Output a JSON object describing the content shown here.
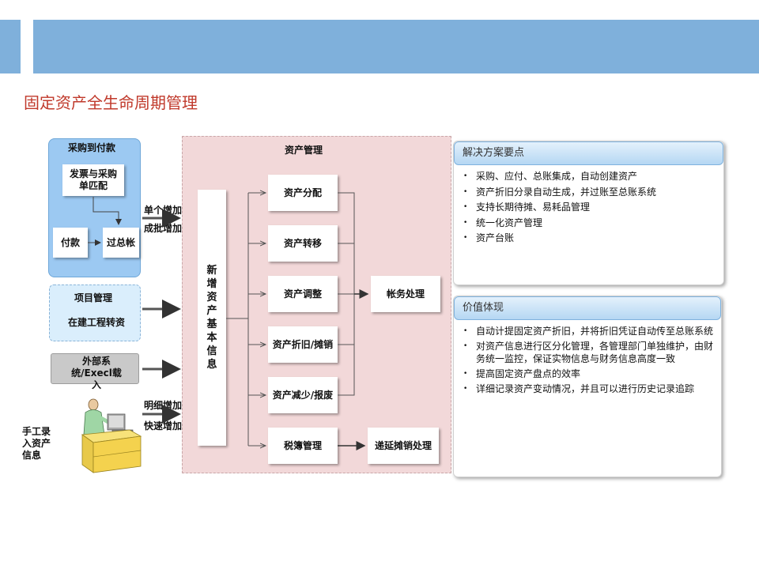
{
  "page": {
    "title": "固定资产全生命周期管理"
  },
  "procure": {
    "title": "采购到付款",
    "invoice_match": "发票与采购单匹配",
    "payment": "付款",
    "post_gl": "过总帐"
  },
  "project": {
    "title": "项目管理",
    "cip": "在建工程转资"
  },
  "external": {
    "label": "外部系统/Execl载入"
  },
  "manual": {
    "label": "手工录入资产信息"
  },
  "arrows": {
    "single_add": "单个增加",
    "batch_add": "成批增加",
    "detail_add": "明细增加",
    "quick_add": "快速增加"
  },
  "asset_mgmt": {
    "title": "资产管理",
    "new_info": "新增资产基本信息",
    "new_info_chars": [
      "新",
      "增",
      "资",
      "产",
      "基",
      "本",
      "信",
      "息"
    ],
    "items": [
      "资产分配",
      "资产转移",
      "资产调整",
      "资产折旧/摊销",
      "资产减少/报废",
      "税簿管理"
    ],
    "accounting": "帐务处理",
    "deferred": "递延摊销处理"
  },
  "solution": {
    "title": "解决方案要点",
    "points": [
      "采购、应付、总账集成，自动创建资产",
      "资产折旧分录自动生成，并过账至总账系统",
      "支持长期待摊、易耗品管理",
      "统一化资产管理",
      "资产台账"
    ]
  },
  "value": {
    "title": "价值体现",
    "points": [
      "自动计提固定资产折旧，并将折旧凭证自动传至总账系统",
      "对资产信息进行区分化管理，各管理部门单独维护，由财务统一监控，保证实物信息与财务信息高度一致",
      "提高固定资产盘点的效率",
      "详细记录资产变动情况，并且可以进行历史记录追踪"
    ]
  },
  "colors": {
    "header_blue": "#7fb0db",
    "title_red": "#c0392b",
    "procure_blue": "#9cc9f2",
    "asset_pink": "#f2d8d9",
    "external_gray": "#c9c9c9"
  }
}
